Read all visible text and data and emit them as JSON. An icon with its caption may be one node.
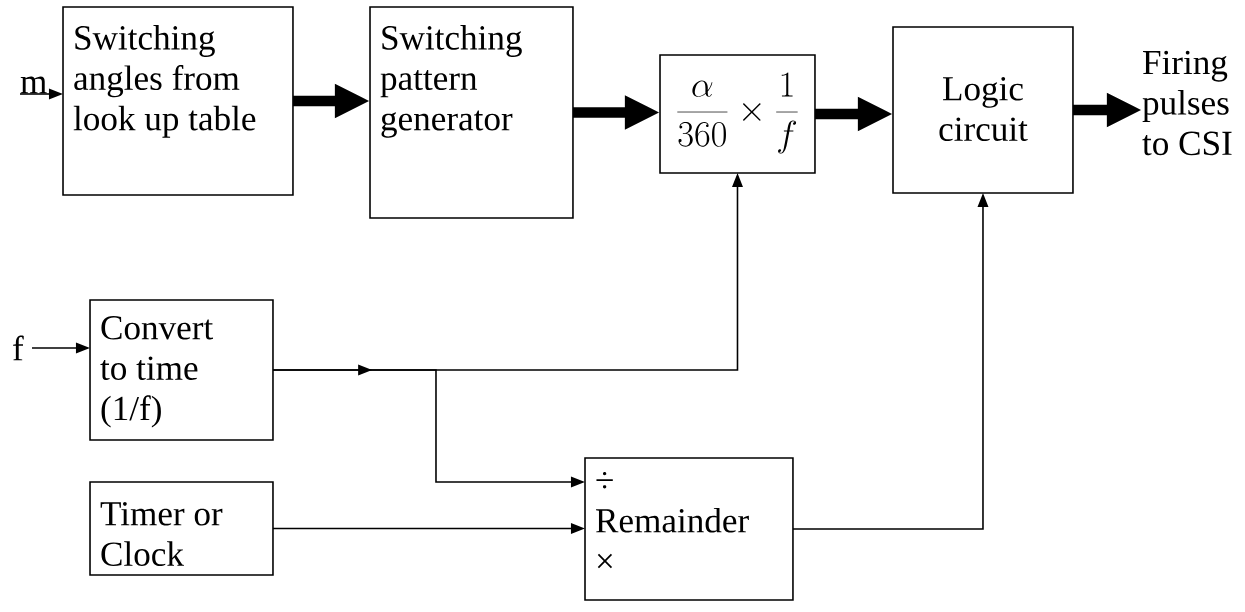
{
  "diagram": {
    "nodes": [
      {
        "text": [
          "m"
        ]
      },
      {
        "text": [
          "Switching angles from look up table"
        ]
      },
      {
        "text": [
          "Switching pattern generator"
        ]
      },
      {
        "text": [
          "\\frac{\\alpha}{360}\\times\\frac{1}{f}"
        ]
      },
      {
        "text": [
          "Logic circuit"
        ]
      },
      {
        "text": [
          "Firing pulses to CSI"
        ]
      },
      {
        "text": [
          "f"
        ]
      },
      {
        "text": [
          "Convert to time (1/f)"
        ]
      },
      {
        "text": [
          "Timer or Clock"
        ]
      },
      {
        "text": [
          "÷",
          "Remainder",
          "×"
        ]
      }
    ],
    "edges": [
      {
        "from": 0,
        "to": 1,
        "arrow": "to"
      },
      {
        "from": 1,
        "to": 2,
        "arrow": "to",
        "style": "thick"
      },
      {
        "from": 2,
        "to": 3,
        "arrow": "to",
        "style": "thick"
      },
      {
        "from": 3,
        "to": 4,
        "arrow": "to",
        "style": "thick"
      },
      {
        "from": 4,
        "to": 5,
        "arrow": "to",
        "style": "thick"
      },
      {
        "from": 6,
        "to": 7,
        "arrow": "to"
      },
      {
        "from": 7,
        "to": 3,
        "arrow": "to"
      },
      {
        "from": 7,
        "to": 9,
        "arrow": "to"
      },
      {
        "from": 8,
        "to": 9,
        "arrow": "to"
      },
      {
        "from": 9,
        "to": 4,
        "arrow": "to"
      }
    ]
  }
}
